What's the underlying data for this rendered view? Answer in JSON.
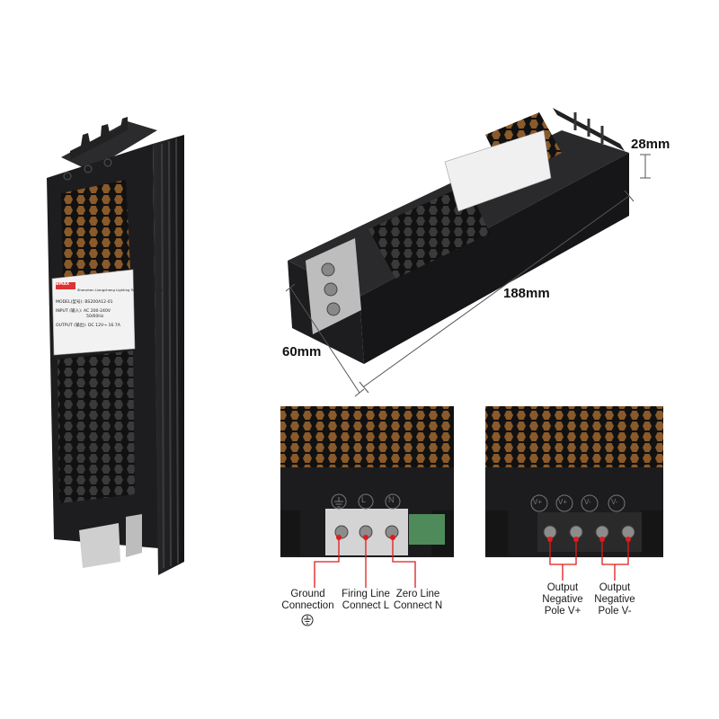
{
  "dimensions": {
    "height": "28mm",
    "length": "188mm",
    "width": "60mm"
  },
  "product_label": {
    "brand": "BMAX",
    "company_line": "Shenzhen Liangcheng Lighting Technology Co.,Ltd",
    "model": "MODEL(型号): BS200A12-01",
    "input": "INPUT (输入): AC 200-240V",
    "freq": "50/60Hz",
    "output": "OUTPUT (输出): DC 12V→ 16.7A"
  },
  "input_terminals": {
    "icons": [
      "ground-symbol",
      "L",
      "N"
    ],
    "callouts": [
      {
        "lines": [
          "Ground",
          "Connection"
        ],
        "icon": "ground-symbol"
      },
      {
        "lines": [
          "Firing Line",
          "Connect L"
        ]
      },
      {
        "lines": [
          "Zero Line",
          "Connect N"
        ]
      }
    ]
  },
  "output_terminals": {
    "icons": [
      "V+",
      "V+",
      "V-",
      "V-"
    ],
    "callouts": [
      {
        "lines": [
          "Output",
          "Negative",
          "Pole V+"
        ]
      },
      {
        "lines": [
          "Output",
          "Negative",
          "Pole V-"
        ]
      }
    ]
  },
  "colors": {
    "case": "#1c1c1e",
    "callout": "#e01b1b",
    "dimension_line": "#555555"
  }
}
